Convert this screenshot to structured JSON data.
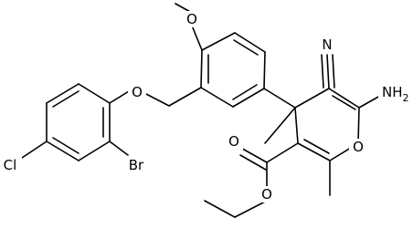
{
  "molecule": {
    "atom_labels": {
      "o_methoxy": "O",
      "o_ether": "O",
      "br": "Br",
      "cl": "Cl",
      "n_nitrile": "N",
      "nh2": "NH",
      "nh2_subscript": "2",
      "o_ring": "O",
      "o_ester_alkoxy": "O",
      "o_carbonyl": "O"
    }
  }
}
